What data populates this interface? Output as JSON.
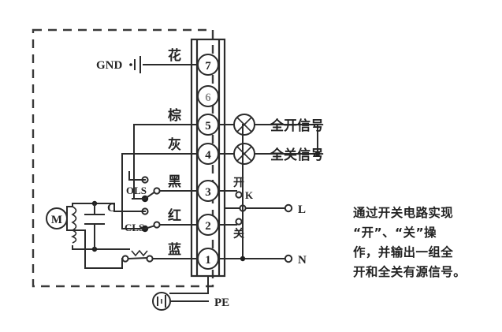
{
  "diagram": {
    "title": "actuator-wiring-diagram",
    "enclosure_label": "dashed-enclosure",
    "ground": {
      "gnd_label": "GND",
      "pe_label": "PE"
    },
    "terminal_block": {
      "name": "terminal-strip",
      "terminals": [
        {
          "number": "7",
          "wire_color": "花",
          "used": true
        },
        {
          "number": "6",
          "wire_color": "",
          "used": false
        },
        {
          "number": "5",
          "wire_color": "棕",
          "used": true
        },
        {
          "number": "4",
          "wire_color": "灰",
          "used": true
        },
        {
          "number": "3",
          "wire_color": "黑",
          "used": true
        },
        {
          "number": "2",
          "wire_color": "红",
          "used": true
        },
        {
          "number": "1",
          "wire_color": "蓝",
          "used": true
        }
      ]
    },
    "signals": [
      {
        "terminal": "5",
        "label": "全开信号",
        "lamp": "indicator-lamp"
      },
      {
        "terminal": "4",
        "label": "全关信号",
        "lamp": "indicator-lamp"
      }
    ],
    "switch_k": {
      "name": "K",
      "open_label": "开",
      "close_label": "关"
    },
    "mains": {
      "live": "L",
      "neutral": "N"
    },
    "motor": {
      "label": "M",
      "capacitor": "C"
    },
    "limit_switches": [
      {
        "label": "OLS",
        "terminal": "3"
      },
      {
        "label": "CLS",
        "terminal": "2"
      }
    ],
    "thermal_switch": "thermal-protector"
  },
  "note": {
    "lines": [
      "通过开关电路实现",
      "“开”、“关”操",
      "作，并输出一组全",
      "开和全关有源信号。"
    ]
  },
  "colors": {
    "ink": "#2b2b2b",
    "faded": "#8d8d8d",
    "background": "#ffffff"
  }
}
